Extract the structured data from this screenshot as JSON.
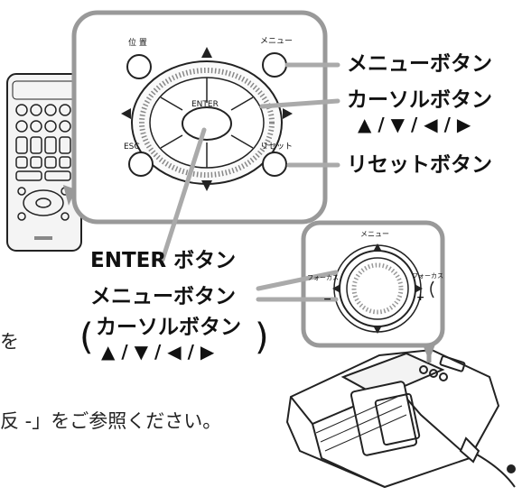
{
  "callouts": {
    "menu_button": "メニューボタン",
    "cursor_button": "カーソルボタン",
    "cursor_arrows": "▲ / ▼ / ◀ / ▶",
    "reset_button": "リセットボタン",
    "enter_button": "ENTER ボタン",
    "menu_button_2": "メニューボタン",
    "cursor_button_2": "カーソルボタン",
    "cursor_arrows_2": "▲ / ▼ / ◀ / ▶",
    "paren_open": "(",
    "paren_close": ")"
  },
  "remote_panel": {
    "position_label": "位 置",
    "menu_label": "メニュー",
    "enter_label": "ENTER",
    "esc_label": "ESC",
    "reset_label": "リセット"
  },
  "projector_panel": {
    "menu_label": "メニュー",
    "focus_minus_label": "フォーカス",
    "focus_plus_label": "フォーカス",
    "plus_sign": "+",
    "minus_sign": "−"
  },
  "body_text": {
    "fragment_1": "を",
    "fragment_2": "反 -」をご参照ください。"
  },
  "colors": {
    "callout_line": "#aaaaaa",
    "frame_border": "#999999",
    "outline": "#222222"
  }
}
